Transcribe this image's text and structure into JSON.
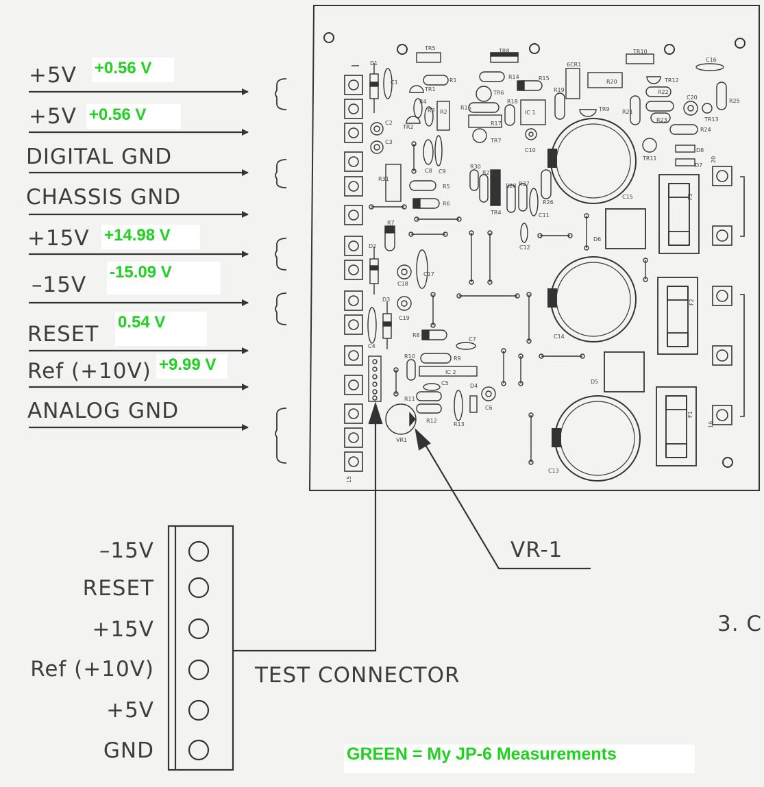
{
  "rails": [
    {
      "label": "+5V",
      "measurement": "+0.56 V"
    },
    {
      "label": "+5V",
      "measurement": "+0.56 V"
    },
    {
      "label": "DIGITAL GND",
      "measurement": ""
    },
    {
      "label": "CHASSIS GND",
      "measurement": ""
    },
    {
      "label": "+15V",
      "measurement": "+14.98 V"
    },
    {
      "label": "–15V",
      "measurement": "-15.09 V"
    },
    {
      "label": "RESET",
      "measurement": "0.54 V"
    },
    {
      "label": "Ref (+10V)",
      "measurement": "+9.99 V"
    },
    {
      "label": "ANALOG GND",
      "measurement": ""
    }
  ],
  "test_connector": {
    "title": "TEST CONNECTOR",
    "pins": [
      "–15V",
      "RESET",
      "+15V",
      "Ref (+10V)",
      "+5V",
      "GND"
    ]
  },
  "trimmer_label": "VR-1",
  "section_number": "3. C",
  "legend_note": "GREEN = My JP-6 Measurements",
  "pcb_designators": {
    "transistors": [
      "TR1",
      "TR2",
      "TR4",
      "TR5",
      "TR6",
      "TR7",
      "TR8",
      "TR9",
      "TR10",
      "TR11",
      "TR12",
      "TR13"
    ],
    "resistors": [
      "R1",
      "R2",
      "R3",
      "R4",
      "R5",
      "R6",
      "R7",
      "R8",
      "R9",
      "R10",
      "R11",
      "R12",
      "R13",
      "R14",
      "R15",
      "R16",
      "R17",
      "R18",
      "R19",
      "R20",
      "R21",
      "R22",
      "R23",
      "R24",
      "R25",
      "R26",
      "R27",
      "R28",
      "R29",
      "R30",
      "R31"
    ],
    "capacitors": [
      "C1",
      "C2",
      "C3",
      "C4",
      "C5",
      "C6",
      "C7",
      "C8",
      "C9",
      "C10",
      "C11",
      "C12",
      "C13",
      "C14",
      "C15",
      "C16",
      "C17",
      "C18",
      "C19",
      "C20"
    ],
    "diodes": [
      "D1",
      "D2",
      "D3",
      "D4",
      "D5",
      "D6",
      "D7",
      "D8"
    ],
    "ics": [
      "IC 1",
      "IC 2"
    ],
    "fuses": [
      "F1",
      "F2",
      "F3"
    ],
    "other": [
      "6CR1",
      "VR1"
    ],
    "pin_marks": [
      "15",
      "16",
      "20"
    ]
  }
}
